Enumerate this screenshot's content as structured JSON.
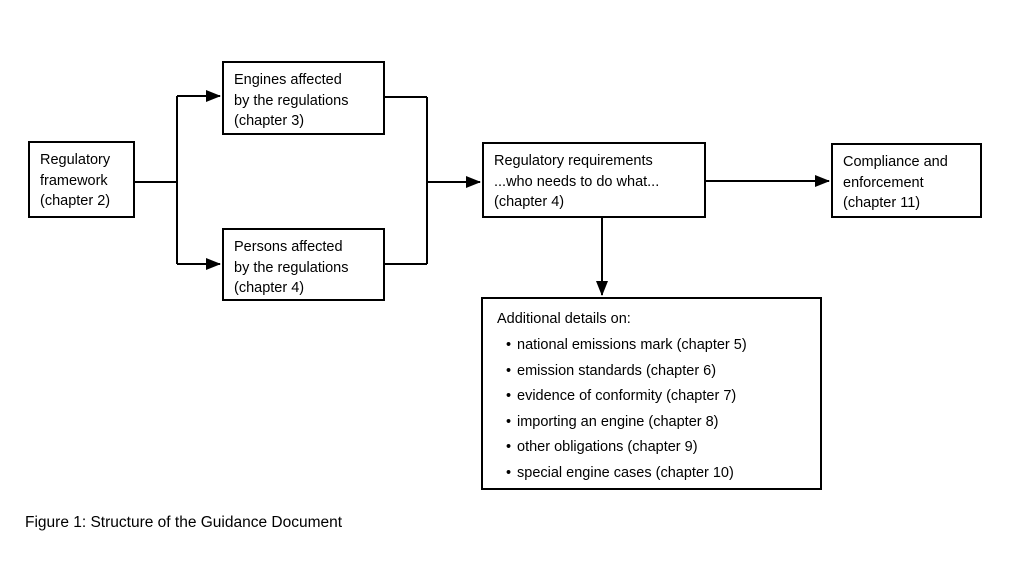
{
  "figure": {
    "caption": "Figure 1: Structure of the Guidance Document"
  },
  "boxes": {
    "regulatory_framework": {
      "lines": [
        "Regulatory",
        "framework",
        "(chapter 2)"
      ]
    },
    "engines_affected": {
      "lines": [
        "Engines affected",
        "by the regulations",
        "(chapter 3)"
      ]
    },
    "persons_affected": {
      "lines": [
        "Persons affected",
        "by the regulations",
        "(chapter 4)"
      ]
    },
    "regulatory_requirements": {
      "lines": [
        "Regulatory requirements",
        "...who needs to do what...",
        "(chapter 4)"
      ]
    },
    "compliance_enforcement": {
      "lines": [
        "Compliance and",
        "enforcement",
        "(chapter 11)"
      ]
    }
  },
  "details": {
    "title": "Additional details on:",
    "bullet": "•",
    "items": [
      "national emissions mark (chapter 5)",
      "emission standards (chapter 6)",
      "evidence of conformity (chapter 7)",
      "importing an engine (chapter 8)",
      "other obligations (chapter 9)",
      "special engine cases (chapter 10)"
    ]
  },
  "colors": {
    "line": "#000000",
    "background": "#ffffff",
    "text": "#000000"
  }
}
